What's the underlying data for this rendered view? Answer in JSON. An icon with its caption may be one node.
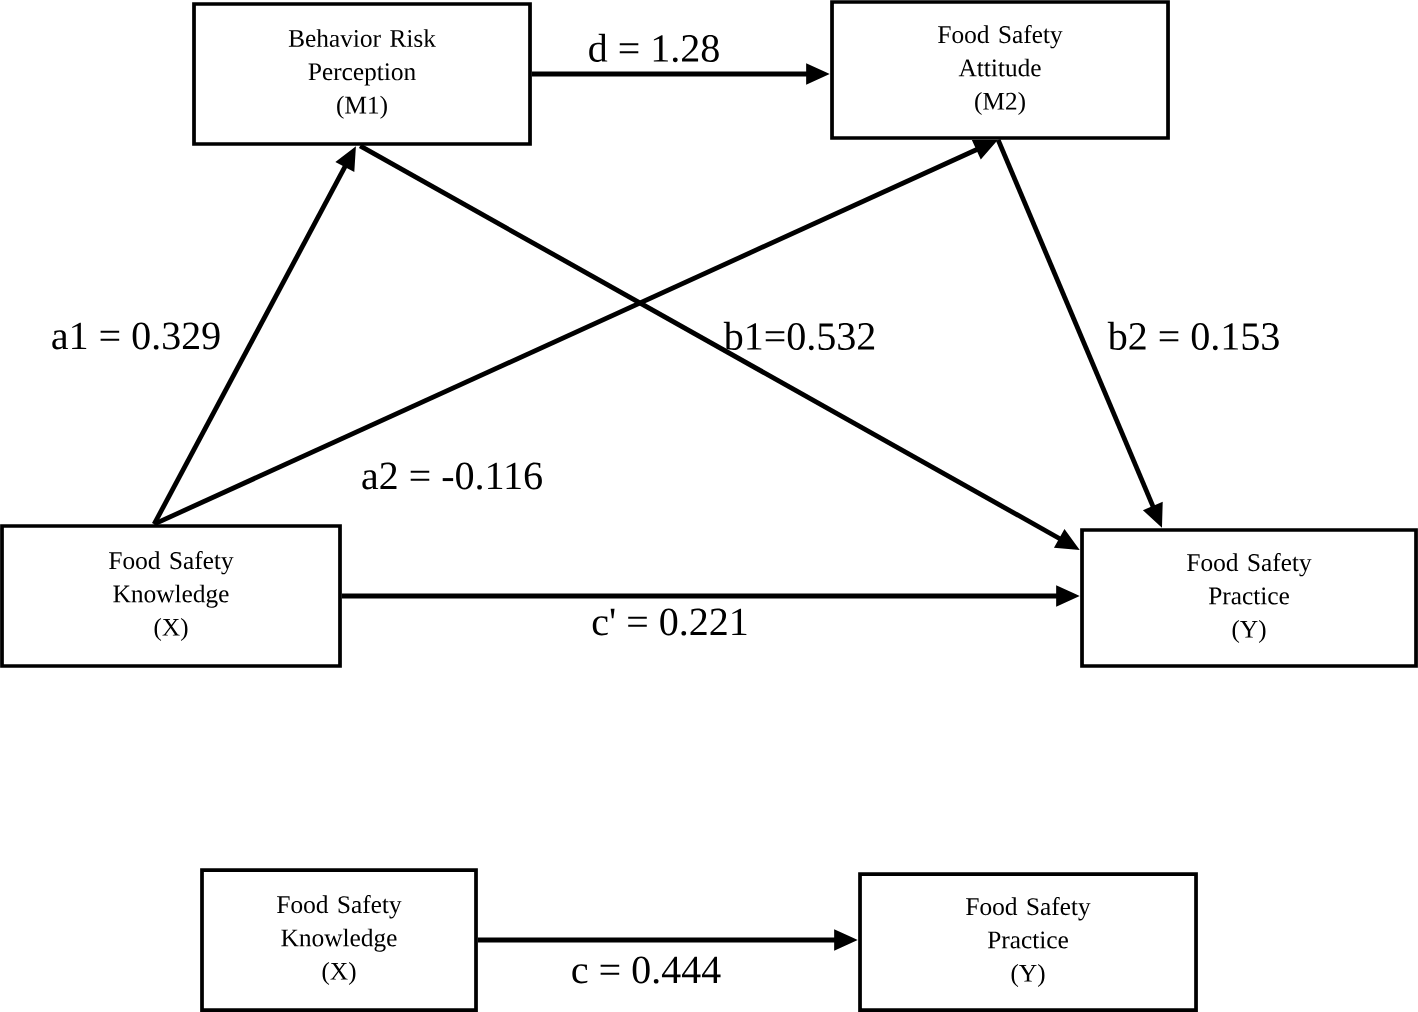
{
  "diagram": {
    "nodes": [
      {
        "text": [
          "Behavior Risk Perception",
          "(M1)"
        ]
      },
      {
        "text": [
          "Food Safety Attitude",
          "(M2)"
        ]
      },
      {
        "text": [
          "Food Safety Knowledge",
          "(X)"
        ]
      },
      {
        "text": [
          "Food Safety Practice",
          "(Y)"
        ]
      },
      {
        "text": [
          "Food Safety Knowledge",
          "(X)"
        ]
      },
      {
        "text": [
          "Food Safety Practice",
          "(Y)"
        ]
      }
    ],
    "edges": [
      {
        "from": 0,
        "to": 1,
        "arrow": "to",
        "label": "d = 1.28"
      },
      {
        "from": 2,
        "to": 0,
        "arrow": "to",
        "label": "a1 = 0.329"
      },
      {
        "from": 2,
        "to": 1,
        "arrow": "to",
        "label": "a2 = -0.116"
      },
      {
        "from": 0,
        "to": 3,
        "arrow": "to",
        "label": "b1=0.532"
      },
      {
        "from": 1,
        "to": 3,
        "arrow": "to",
        "label": "b2 = 0.153"
      },
      {
        "from": 2,
        "to": 3,
        "arrow": "to",
        "label": "c' = 0.221"
      },
      {
        "from": 4,
        "to": 5,
        "arrow": "to",
        "label": "c = 0.444"
      }
    ]
  }
}
